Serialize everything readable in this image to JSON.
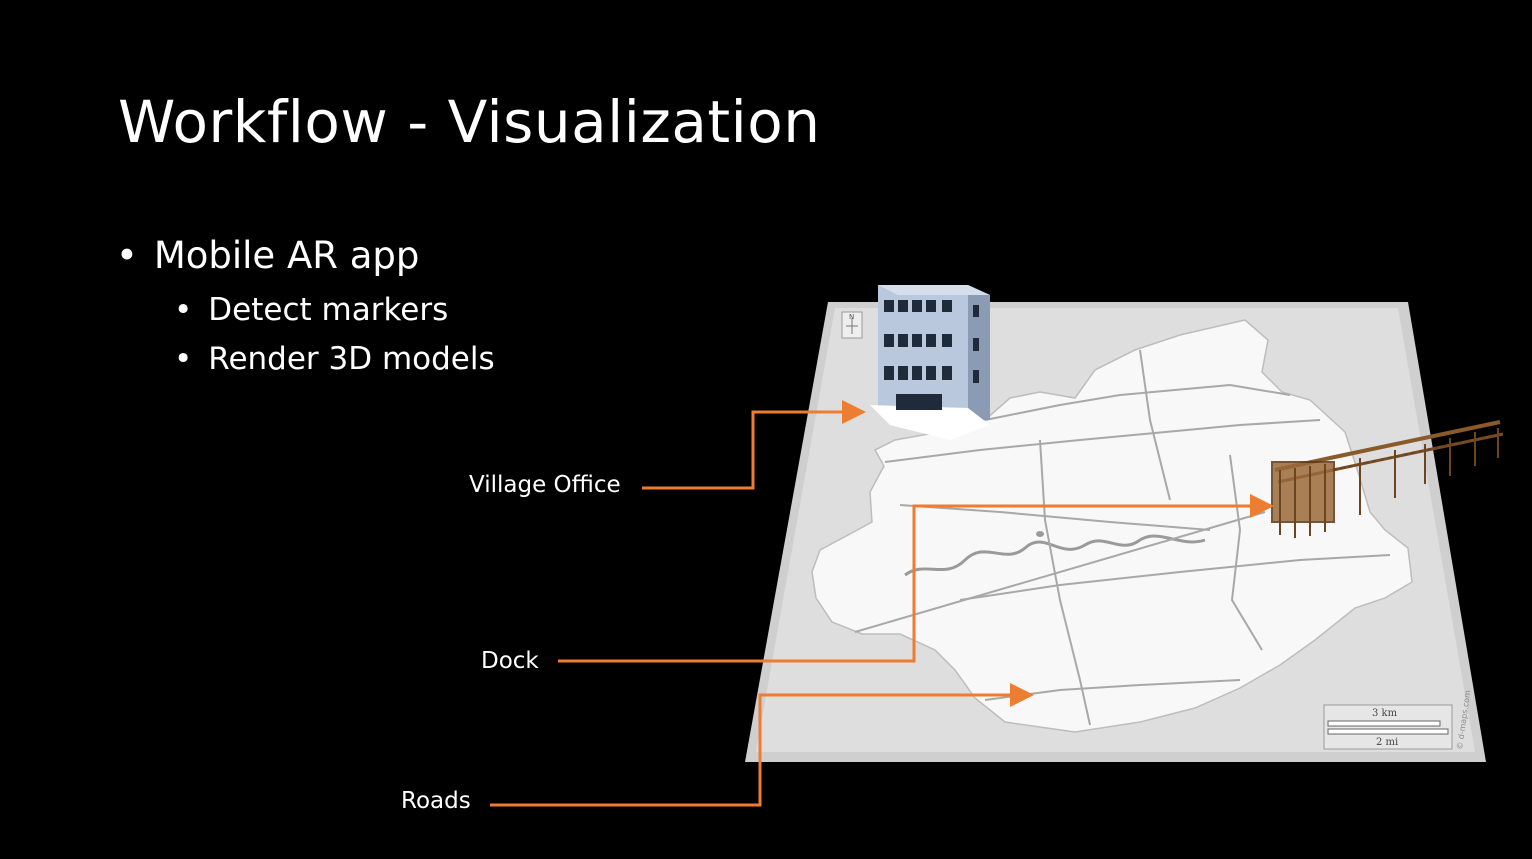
{
  "slide": {
    "title": "Workflow - Visualization",
    "bullets": [
      {
        "text": "Mobile AR app",
        "children": [
          {
            "text": "Detect markers"
          },
          {
            "text": "Render 3D models"
          }
        ]
      }
    ]
  },
  "callouts": {
    "village_office": "Village Office",
    "dock": "Dock",
    "roads": "Roads"
  },
  "map": {
    "compass_letter": "N",
    "scale_km": "3 km",
    "scale_mi": "2 mi",
    "credit": "© d-maps.com"
  },
  "colors": {
    "background": "#000000",
    "text": "#ffffff",
    "callout_line": "#ed7d31",
    "map_paper": "#e3e3e3",
    "map_land": "#f7f7f7"
  }
}
